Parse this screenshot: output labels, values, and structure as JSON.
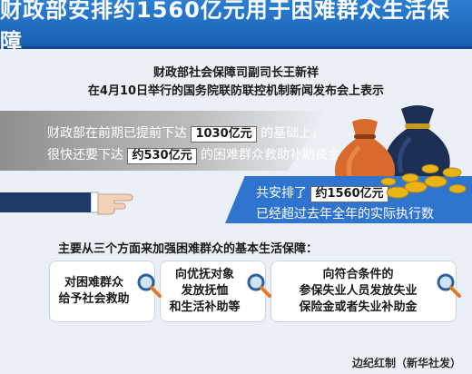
{
  "title": "财政部安排约1560亿元用于困难群众生活保障",
  "speaker": {
    "line1": "财政部社会保障司副司长王新祥",
    "line2": "在4月10日举行的国务院联防联控机制新闻发布会上表示"
  },
  "grey_band": {
    "line1_prefix": "财政部在前期已提前下达",
    "line1_amount": "1030亿元",
    "line1_suffix": "的基础上，",
    "line2_prefix": "很快还要下达",
    "line2_amount": "约530亿元",
    "line2_suffix": "的困难群众救助补助资金"
  },
  "blue_banner": {
    "line1_prefix": "共安排了",
    "line1_amount": "约1560亿元",
    "line2": "已经超过去年全年的实际执行数"
  },
  "section_heading": "主要从三个方面来加强困难群众的基本生活保障：",
  "cards": [
    {
      "lines": [
        "对困难群众",
        "给予社会救助"
      ]
    },
    {
      "lines": [
        "向优抚对象",
        "发放抚恤",
        "和生活补助等"
      ]
    },
    {
      "lines": [
        "向符合条件的",
        "参保失业人员发放失业",
        "保险金或者失业补助金"
      ]
    }
  ],
  "credit": "边纪红制（新华社发）",
  "colors": {
    "title_bg": "#1b5fb3",
    "banner_blue": "#2f74cf",
    "page_bg": "#eaf0f6",
    "bag_orange": "#d86a2c",
    "bag_navy": "#1c2f55",
    "coin_gold": "#e8b417"
  }
}
